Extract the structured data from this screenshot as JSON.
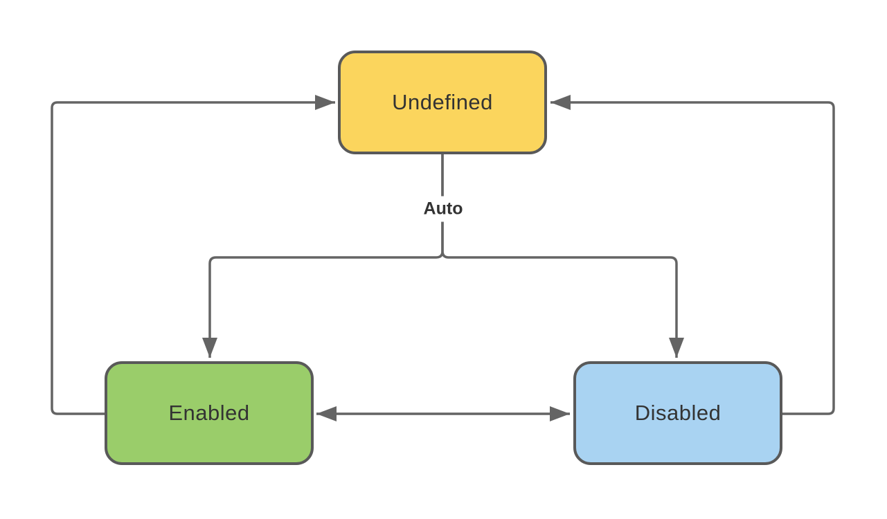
{
  "diagram": {
    "type": "state-diagram",
    "nodes": [
      {
        "id": "undefined",
        "label": "Undefined",
        "fill": "#FBD55D",
        "position": "top-center"
      },
      {
        "id": "enabled",
        "label": "Enabled",
        "fill": "#9ACD6A",
        "position": "bottom-left"
      },
      {
        "id": "disabled",
        "label": "Disabled",
        "fill": "#A9D3F2",
        "position": "bottom-right"
      }
    ],
    "edges": [
      {
        "from": "enabled",
        "to": "undefined",
        "label": "",
        "style": "left-loop-arrow"
      },
      {
        "from": "disabled",
        "to": "undefined",
        "label": "",
        "style": "right-loop-arrow"
      },
      {
        "from": "enabled",
        "to": "disabled",
        "label": "",
        "style": "double-headed-arrow"
      },
      {
        "from": "undefined",
        "to": "enabled",
        "label": "Auto",
        "style": "forked-branch-arrow"
      },
      {
        "from": "undefined",
        "to": "disabled",
        "label": "Auto",
        "style": "forked-branch-arrow"
      }
    ],
    "edge_label": "Auto",
    "colors": {
      "node_border": "#595959",
      "connector": "#646464",
      "text": "#333333",
      "background": "#ffffff",
      "undefined_fill": "#FBD55D",
      "enabled_fill": "#9ACD6A",
      "disabled_fill": "#A9D3F2"
    }
  }
}
